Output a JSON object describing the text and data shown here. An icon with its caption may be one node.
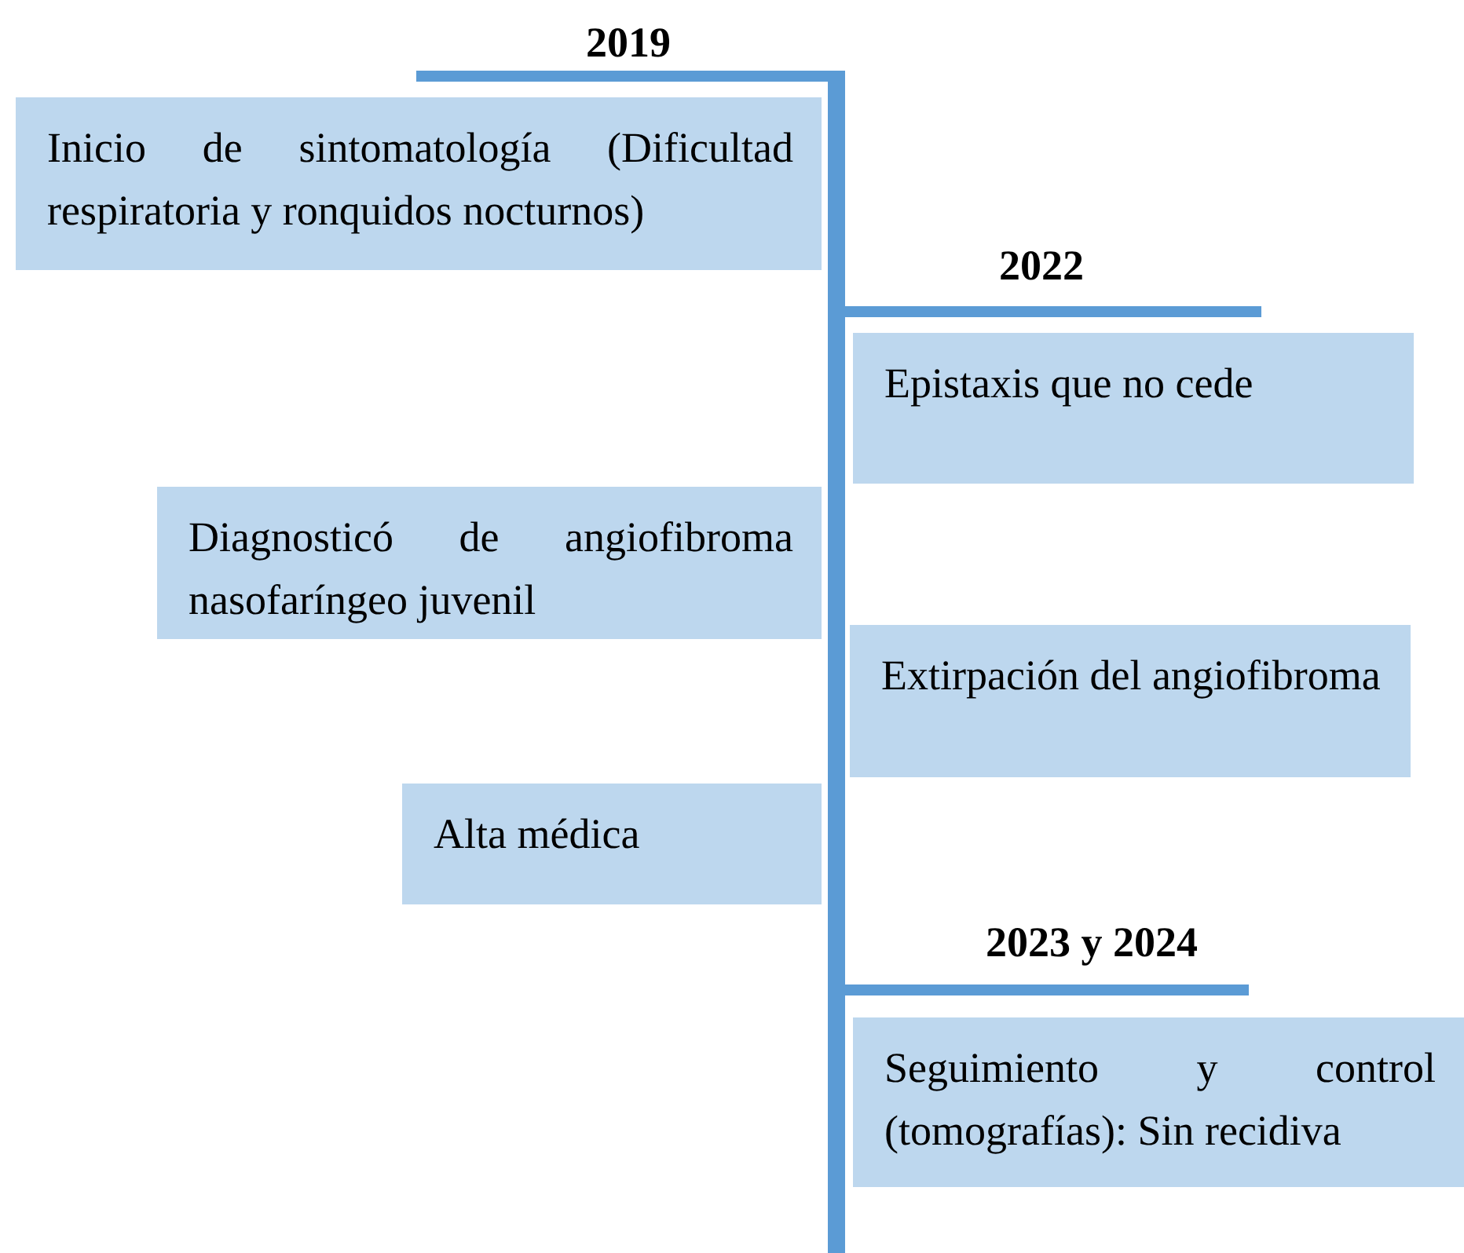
{
  "diagram": {
    "nodes": [
      {
        "text": [
          "Inicio de sintomatología (Dificultad respiratoria y ronquidos nocturnos)"
        ]
      },
      {
        "text": [
          "Epistaxis que no cede"
        ]
      },
      {
        "text": [
          "Diagnosticó de angiofibroma nasofaríngeo juvenil"
        ]
      },
      {
        "text": [
          "Extirpación del angiofibroma"
        ]
      },
      {
        "text": [
          "Alta médica"
        ]
      },
      {
        "text": [
          "Seguimiento y control (tomografías): Sin recidiva"
        ]
      }
    ],
    "labels": [
      "2019",
      "2022",
      "2023 y 2024"
    ]
  }
}
